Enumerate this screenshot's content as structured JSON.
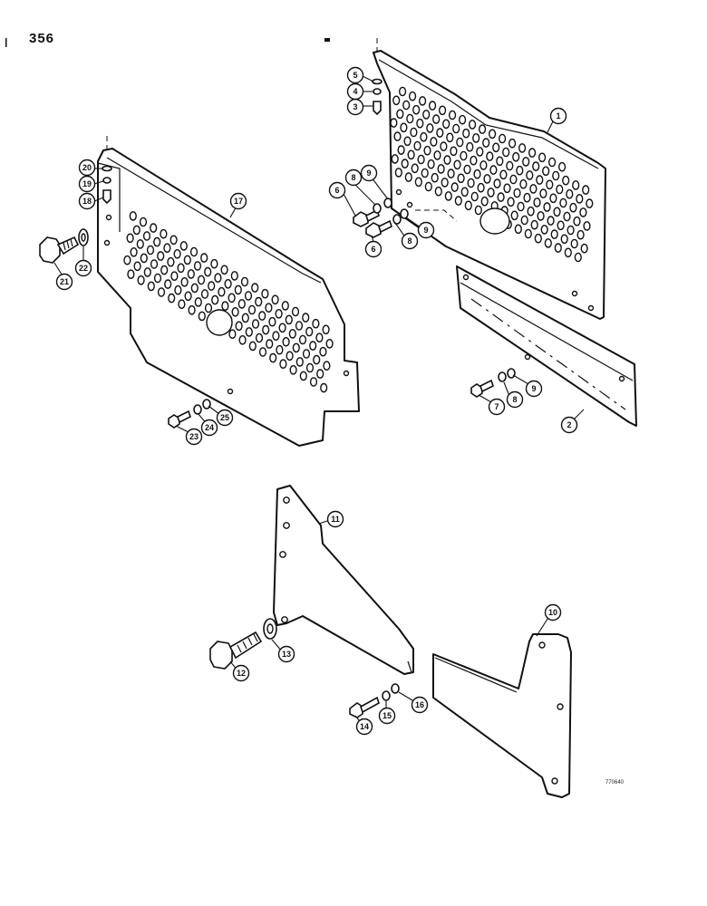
{
  "page": {
    "number": "356",
    "drawing_code": "770640"
  },
  "callouts": [
    "1",
    "2",
    "3",
    "4",
    "5",
    "6",
    "6",
    "7",
    "8",
    "8",
    "8",
    "9",
    "9",
    "9",
    "10",
    "11",
    "12",
    "13",
    "14",
    "15",
    "16",
    "17",
    "18",
    "19",
    "20",
    "21",
    "22",
    "23",
    "24",
    "25"
  ]
}
